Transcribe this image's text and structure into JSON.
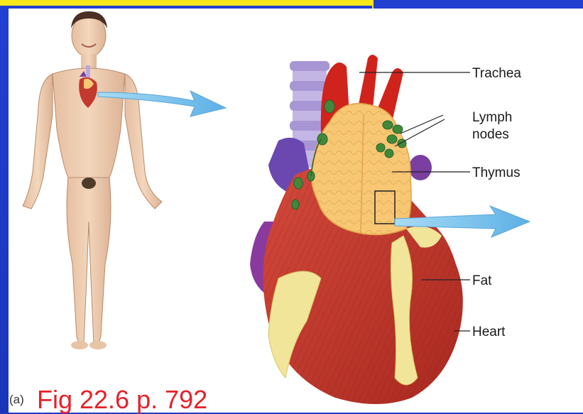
{
  "labels": {
    "trachea": "Trachea",
    "lymph_nodes_line1": "Lymph",
    "lymph_nodes_line2": "nodes",
    "thymus": "Thymus",
    "fat": "Fat",
    "heart": "Heart"
  },
  "panel_letter": "(a)",
  "caption": "Fig 22.6 p. 792",
  "colors": {
    "slide_background": "#1f3cc4",
    "title_accent": "#f7e81a",
    "caption_color": "#e8202a",
    "arrow_color": "#7cc4ec",
    "heart_muscle": "#c2392e",
    "thymus": "#f7c774",
    "lymph_node": "#3f8a3a",
    "trachea": "#b9a9dc",
    "vessel_purple": "#7a3fa0",
    "fat": "#f1e59a"
  }
}
